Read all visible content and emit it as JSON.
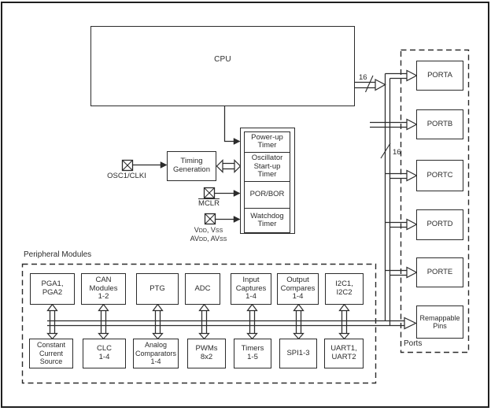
{
  "colors": {
    "ink": "#2b2b2b",
    "background": "#ffffff"
  },
  "cpu": {
    "label": "CPU"
  },
  "buses": {
    "cpu_bus_width": "16",
    "port_bus_width": "16"
  },
  "clock": {
    "osc_pin_label": "OSC1/CLKI",
    "timing_label": "Timing\nGeneration"
  },
  "reset": {
    "mclr_label": "MCLR"
  },
  "power": {
    "p1": "V",
    "s1": "DD",
    "p2": ", V",
    "s2": "SS",
    "p3": "AV",
    "s3": "DD",
    "p4": ", AV",
    "s4": "SS"
  },
  "timers": {
    "rows": [
      "Power-up\nTimer",
      "Oscillator\nStart-up\nTimer",
      "POR/BOR",
      "Watchdog\nTimer"
    ]
  },
  "peripheral_modules": {
    "title": "Peripheral Modules",
    "top_row": [
      "PGA1,\nPGA2",
      "CAN\nModules\n1-2",
      "PTG",
      "ADC",
      "Input\nCaptures\n1-4",
      "Output\nCompares\n1-4",
      "I2C1,\nI2C2"
    ],
    "bottom_row": [
      "Constant\nCurrent\nSource",
      "CLC\n1-4",
      "Analog\nComparators\n1-4",
      "PWMs\n8x2",
      "Timers\n1-5",
      "SPI1-3",
      "UART1,\nUART2"
    ]
  },
  "ports": {
    "title": "Ports",
    "items": [
      "PORTA",
      "PORTB",
      "PORTC",
      "PORTD",
      "PORTE",
      "Remappable\nPins"
    ]
  }
}
